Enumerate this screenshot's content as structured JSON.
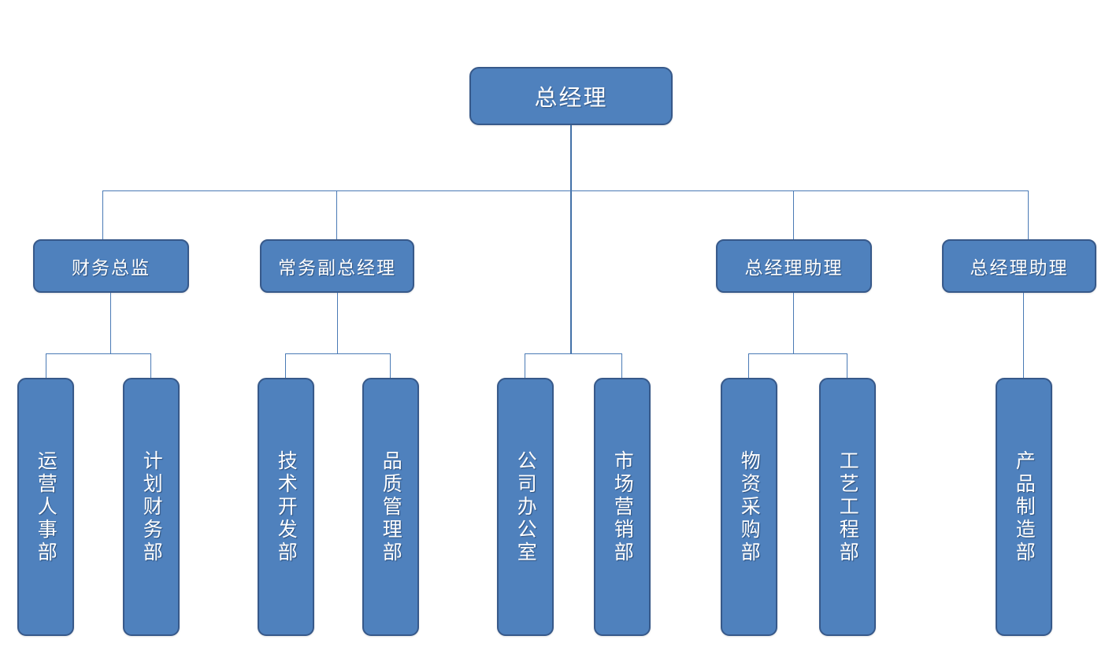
{
  "chart_data": {
    "type": "diagram",
    "diagram_type": "organization-chart",
    "title": "",
    "orientation": "top-down",
    "levels": 3,
    "colors": {
      "node_fill": "#4f81bd",
      "node_border": "#37598a",
      "node_text": "#ffffff",
      "connector": "#4a7ab5",
      "background": "#ffffff"
    },
    "nodes": [
      {
        "id": "n0",
        "label": "总经理",
        "level": 1,
        "parent": null,
        "orientation": "horizontal"
      },
      {
        "id": "n1",
        "label": "财务总监",
        "level": 2,
        "parent": "n0",
        "orientation": "horizontal"
      },
      {
        "id": "n2",
        "label": "常务副总经理",
        "level": 2,
        "parent": "n0",
        "orientation": "horizontal"
      },
      {
        "id": "n3",
        "label": "总经理助理",
        "level": 2,
        "parent": "n0",
        "orientation": "horizontal"
      },
      {
        "id": "n4",
        "label": "总经理助理",
        "level": 2,
        "parent": "n0",
        "orientation": "horizontal"
      },
      {
        "id": "d1",
        "label": "运营人事部",
        "level": 3,
        "parent": "n1",
        "orientation": "vertical"
      },
      {
        "id": "d2",
        "label": "计划财务部",
        "level": 3,
        "parent": "n1",
        "orientation": "vertical"
      },
      {
        "id": "d3",
        "label": "技术开发部",
        "level": 3,
        "parent": "n2",
        "orientation": "vertical"
      },
      {
        "id": "d4",
        "label": "品质管理部",
        "level": 3,
        "parent": "n2",
        "orientation": "vertical"
      },
      {
        "id": "d5",
        "label": "公司办公室",
        "level": 3,
        "parent": "n0",
        "orientation": "vertical"
      },
      {
        "id": "d6",
        "label": "市场营销部",
        "level": 3,
        "parent": "n0",
        "orientation": "vertical"
      },
      {
        "id": "d7",
        "label": "物资采购部",
        "level": 3,
        "parent": "n3",
        "orientation": "vertical"
      },
      {
        "id": "d8",
        "label": "工艺工程部",
        "level": 3,
        "parent": "n3",
        "orientation": "vertical"
      },
      {
        "id": "d9",
        "label": "产品制造部",
        "level": 3,
        "parent": "n4",
        "orientation": "vertical"
      }
    ]
  },
  "chart": {
    "root": {
      "label": "总经理"
    },
    "managers": [
      {
        "label": "财务总监"
      },
      {
        "label": "常务副总经理"
      },
      {
        "label": "总经理助理"
      },
      {
        "label": "总经理助理"
      }
    ],
    "departments": [
      {
        "label": "运营人事部"
      },
      {
        "label": "计划财务部"
      },
      {
        "label": "技术开发部"
      },
      {
        "label": "品质管理部"
      },
      {
        "label": "公司办公室"
      },
      {
        "label": "市场营销部"
      },
      {
        "label": "物资采购部"
      },
      {
        "label": "工艺工程部"
      },
      {
        "label": "产品制造部"
      }
    ]
  }
}
